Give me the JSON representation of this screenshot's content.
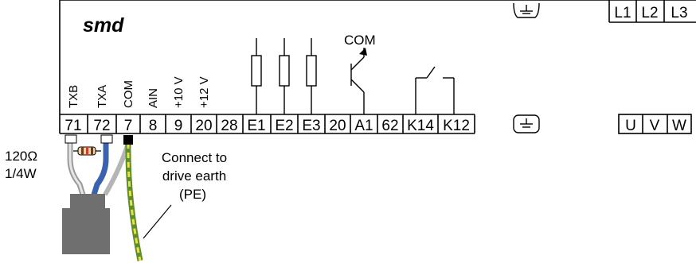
{
  "brand": "smd",
  "power_terminals": [
    "L1",
    "L2",
    "L3"
  ],
  "motor_terminals": [
    "U",
    "V",
    "W"
  ],
  "control_terminals": [
    "71",
    "72",
    "7",
    "8",
    "9",
    "20",
    "28",
    "E1",
    "E2",
    "E3",
    "20",
    "A1",
    "62",
    "K14",
    "K12"
  ],
  "terminal_functions": [
    "TXB",
    "TXA",
    "COM",
    "AIN",
    "+10 V",
    "+12 V"
  ],
  "transistor_label": "COM",
  "resistor_label_line1": "120Ω",
  "resistor_label_line2": "1/4W",
  "earth_note": [
    "Connect to",
    "drive earth",
    "(PE)"
  ],
  "icons": [
    "ground-icon",
    "resistor-icon",
    "transistor-icon",
    "relay-contact-icon"
  ]
}
